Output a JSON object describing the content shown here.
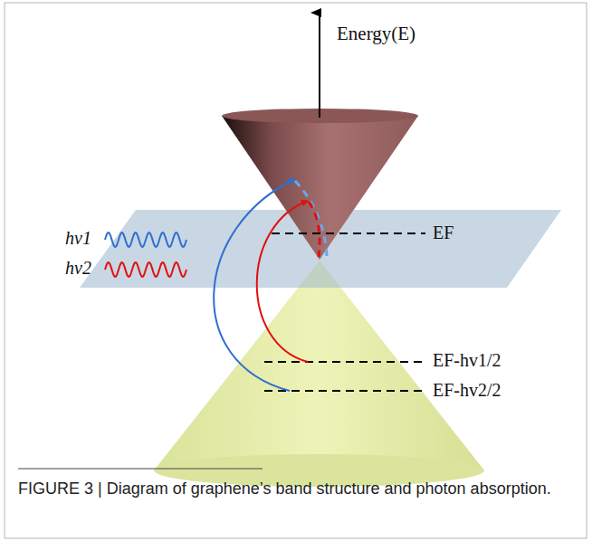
{
  "diagram": {
    "caption": "FIGURE 3 | Diagram of graphene’s band structure and photon absorption.",
    "labels": [
      "Energy(E)",
      "hv1",
      "hv2",
      "EF",
      "EF-hv1/2",
      "EF-hv2/2"
    ]
  }
}
